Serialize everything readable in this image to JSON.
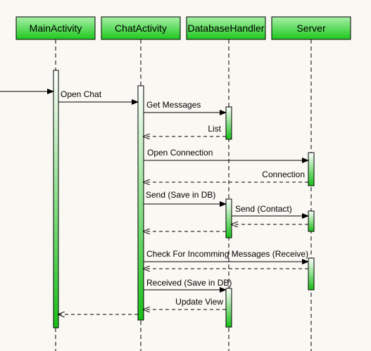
{
  "participants": [
    {
      "id": "main",
      "label": "MainActivity"
    },
    {
      "id": "chat",
      "label": "ChatActivity"
    },
    {
      "id": "db",
      "label": "DatabaseHandler"
    },
    {
      "id": "server",
      "label": "Server"
    }
  ],
  "messages": [
    {
      "id": "open-chat",
      "label": "Open Chat",
      "type": "sync"
    },
    {
      "id": "get-messages",
      "label": "Get Messages",
      "type": "sync"
    },
    {
      "id": "list",
      "label": "List",
      "type": "return"
    },
    {
      "id": "open-connection",
      "label": "Open Connection",
      "type": "sync"
    },
    {
      "id": "connection",
      "label": "Connection",
      "type": "return"
    },
    {
      "id": "send-save",
      "label": "Send (Save in DB)",
      "type": "sync"
    },
    {
      "id": "send-contact",
      "label": "Send (Contact)",
      "type": "sync"
    },
    {
      "id": "check-incoming",
      "label": "Check For Incomming Messages (Receive)",
      "type": "sync"
    },
    {
      "id": "received-save",
      "label": "Received (Save in DB)",
      "type": "sync"
    },
    {
      "id": "update-view",
      "label": "Update View",
      "type": "return"
    }
  ],
  "colors": {
    "header_top": "#a8f0a8",
    "header_bottom": "#1ec81e",
    "activation_top": "#ffffff",
    "activation_bottom": "#18c018",
    "line": "#000000",
    "background": "#faf8f3"
  }
}
